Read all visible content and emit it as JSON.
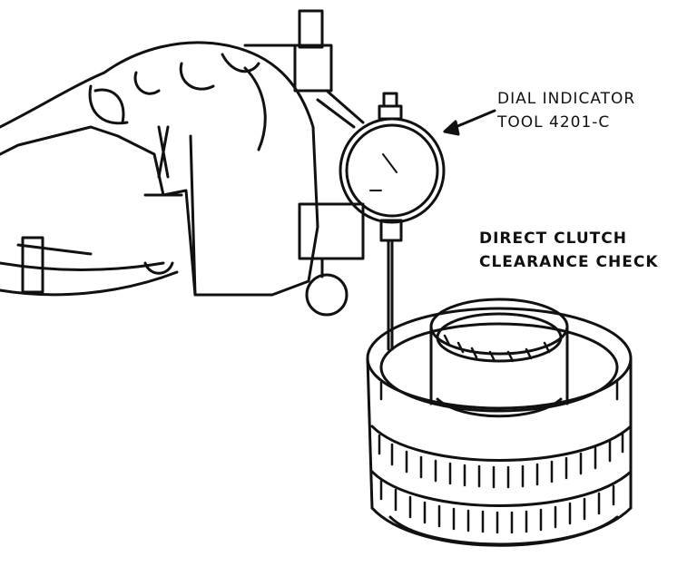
{
  "labels": {
    "dial_indicator_line1": "DIAL INDICATOR",
    "dial_indicator_line2": "TOOL 4201-C",
    "clutch_line1": "DIRECT CLUTCH",
    "clutch_line2": "CLEARANCE CHECK"
  },
  "colors": {
    "ink": "#111111",
    "paper": "#ffffff"
  }
}
